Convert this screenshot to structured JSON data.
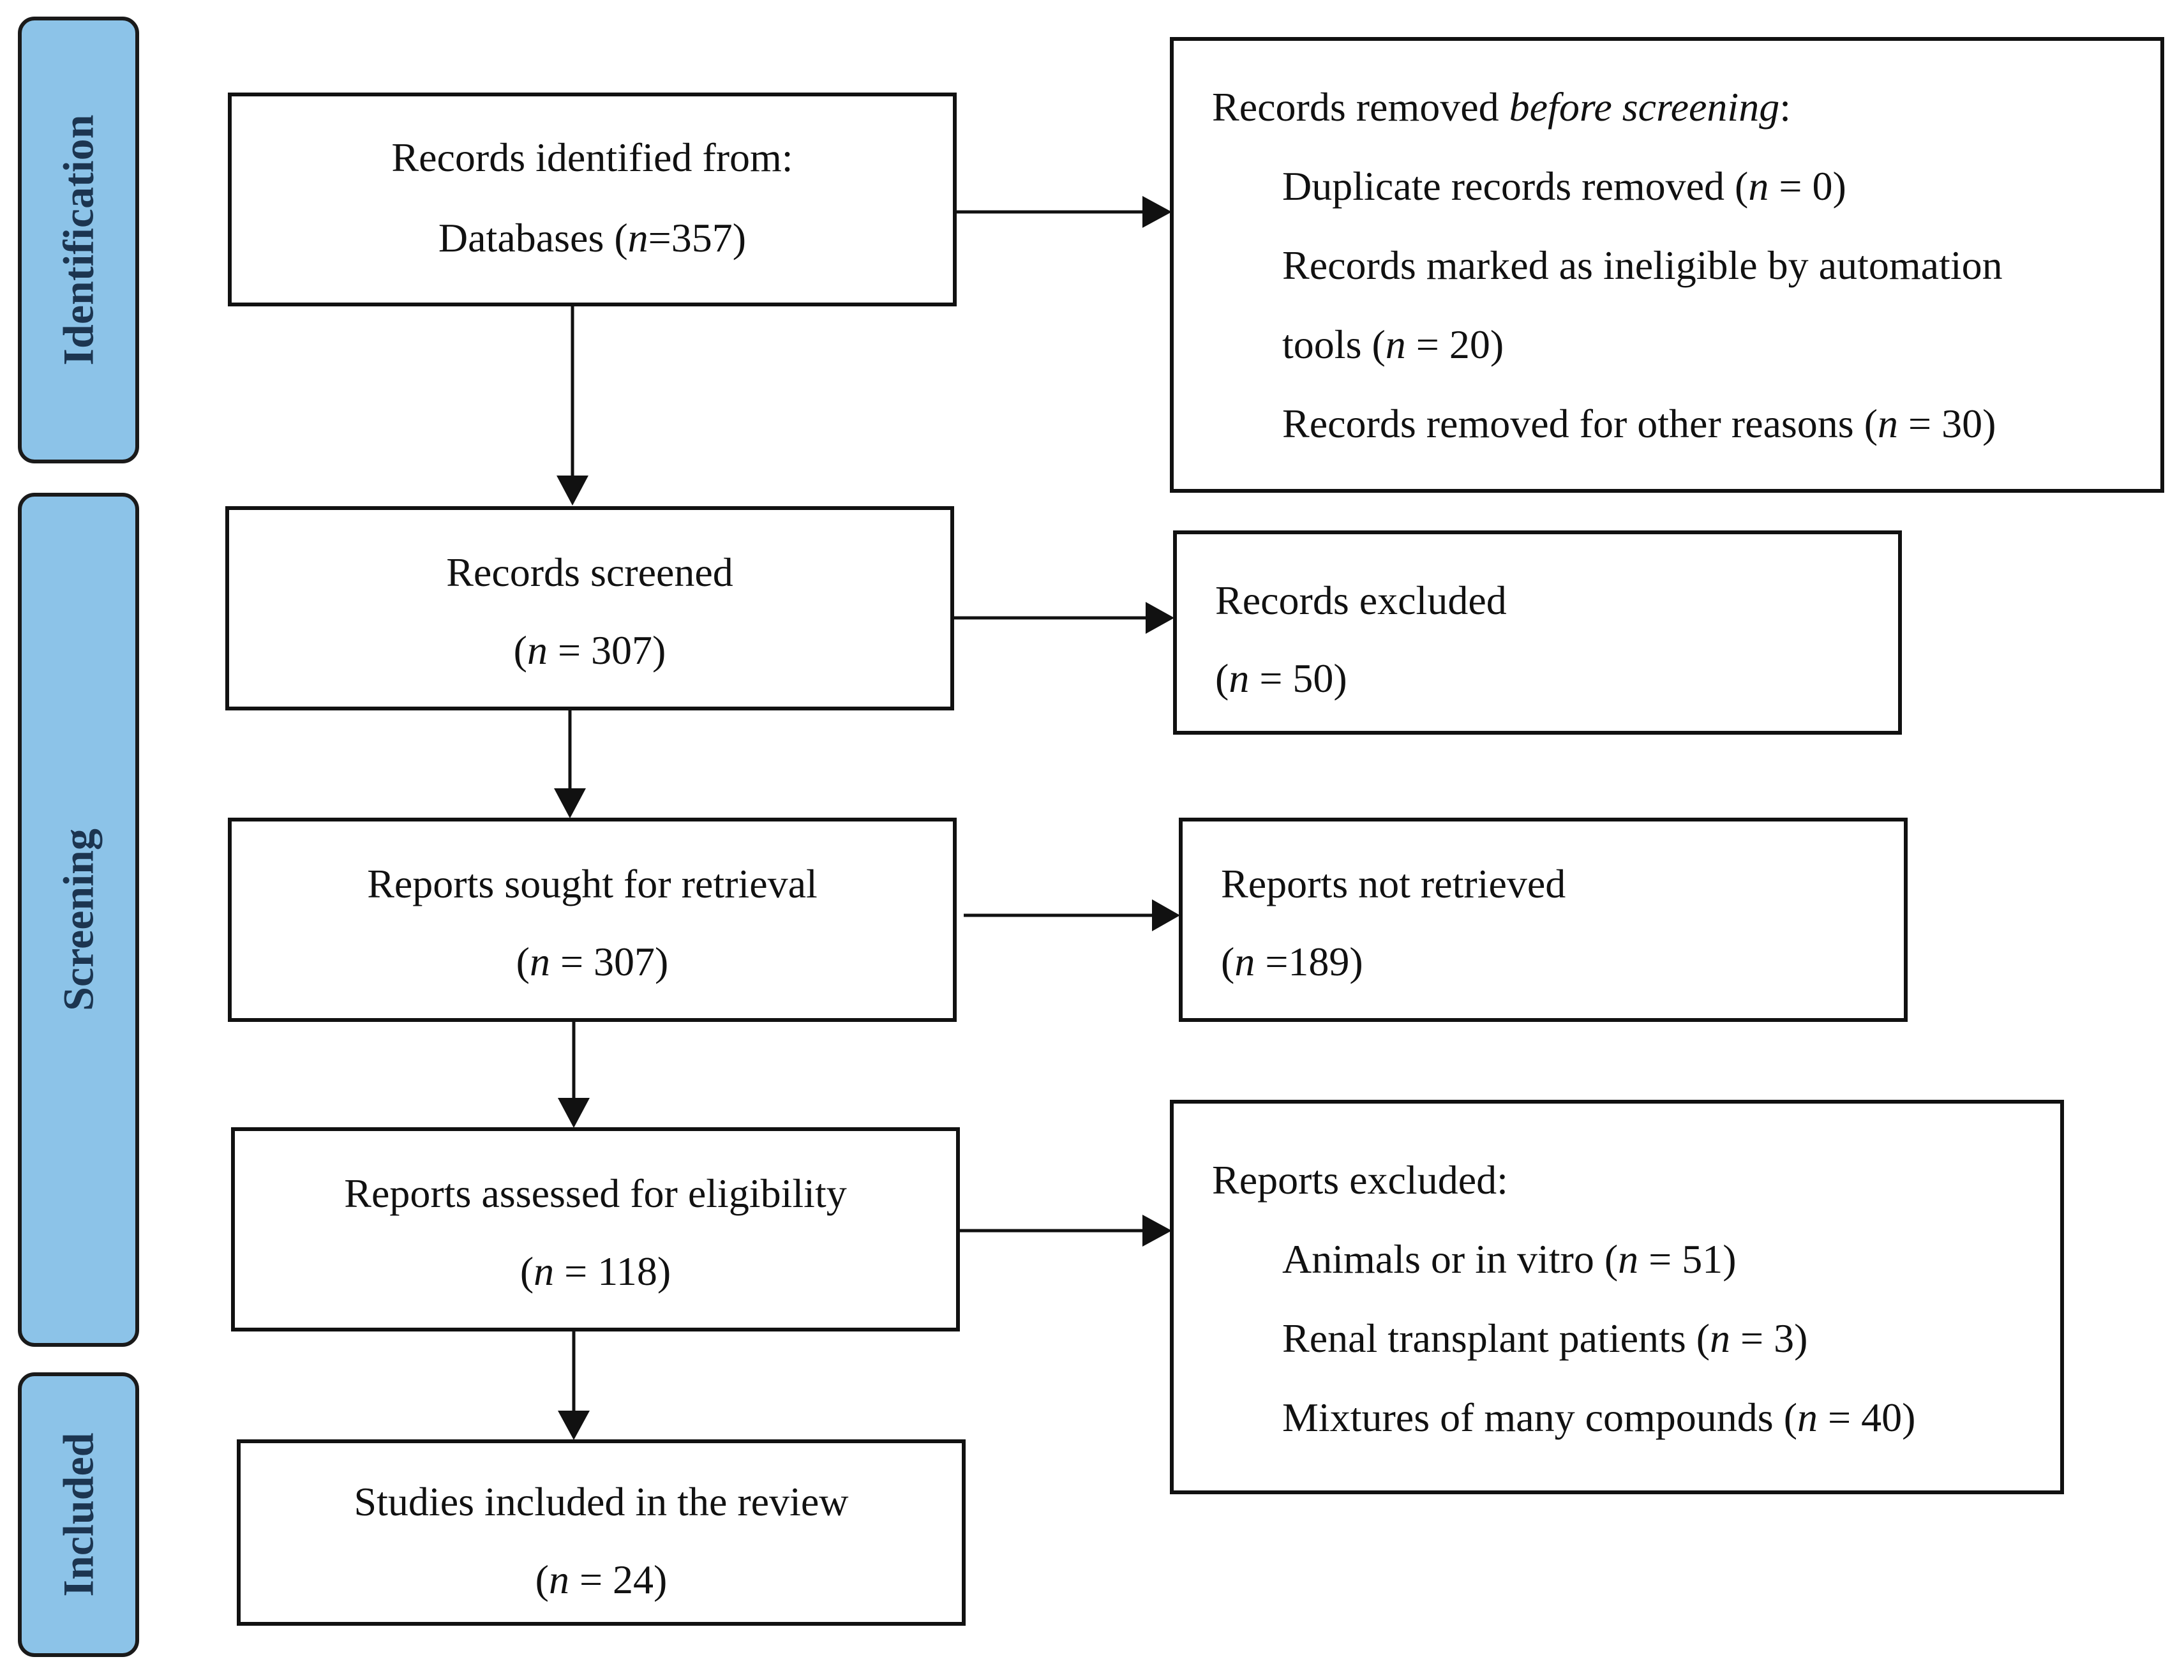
{
  "phases": {
    "identification": "Identification",
    "screening": "Screening",
    "included": "Included"
  },
  "n_symbol": "n",
  "identified": {
    "line1": "Records identified from:",
    "line2_prefix": "Databases (",
    "line2_value": "=357)"
  },
  "removed_before": {
    "title_prefix": "Records removed ",
    "title_em": "before screening",
    "title_suffix": ":",
    "items": [
      {
        "prefix": "Duplicate records removed (",
        "value": " = 0)"
      },
      {
        "text": "Records marked as ineligible by automation"
      },
      {
        "prefix": "tools (",
        "value": " = 20)"
      },
      {
        "prefix": "Records removed for other reasons (",
        "value": " = 30)"
      }
    ]
  },
  "screened": {
    "line1": "Records screened",
    "line2_prefix": "(",
    "line2_value": " = 307)"
  },
  "excluded": {
    "line1": "Records excluded",
    "line2_prefix": "(",
    "line2_value": " = 50)"
  },
  "sought": {
    "line1": "Reports sought for retrieval",
    "line2_prefix": "(",
    "line2_value": " = 307)"
  },
  "not_retrieved": {
    "line1": "Reports not retrieved",
    "line2_prefix": "(",
    "line2_value": " =189)"
  },
  "assessed": {
    "line1": "Reports assessed for eligibility",
    "line2_prefix": "(",
    "line2_value": " = 118)"
  },
  "reports_excluded": {
    "title": "Reports excluded:",
    "items": [
      {
        "prefix": "Animals or in vitro (",
        "value": " = 51)"
      },
      {
        "prefix": "Renal transplant patients (",
        "value": " = 3)"
      },
      {
        "prefix": "Mixtures of many compounds (",
        "value": " = 40)"
      }
    ]
  },
  "included_box": {
    "line1": "Studies included in the review",
    "line2_prefix": "(",
    "line2_value": " = 24)"
  }
}
